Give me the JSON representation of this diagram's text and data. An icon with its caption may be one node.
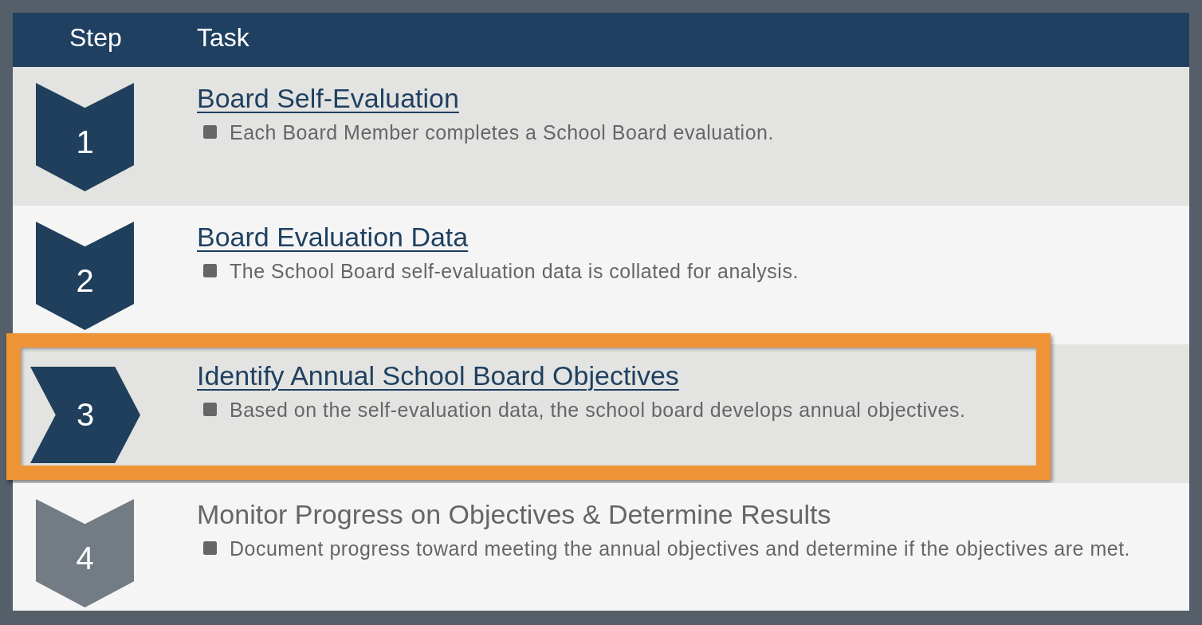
{
  "diagram": {
    "nodes": [
      {
        "text": [
          "Board Self-Evaluation",
          "Each Board Member completes a School Board evaluation."
        ]
      },
      {
        "text": [
          "1"
        ],
        "in": 0
      },
      {
        "text": [
          "Board Evaluation Data",
          "The School Board self-evaluation data is collated for analysis."
        ]
      },
      {
        "text": [
          "2"
        ],
        "in": 2
      },
      {
        "text": [
          "Identify Annual School Board Objectives",
          "Based on the self-evaluation data, the school board develops annual objectives."
        ]
      },
      {
        "text": [
          "3"
        ],
        "in": 4
      },
      {
        "text": [
          "Monitor Progress on Objectives & Determine Results",
          "Document progress toward meeting the annual objectives and determine if the objectives are met."
        ]
      },
      {
        "text": [
          "4"
        ],
        "in": 6
      }
    ],
    "labels": [
      "Step",
      "Task"
    ]
  }
}
